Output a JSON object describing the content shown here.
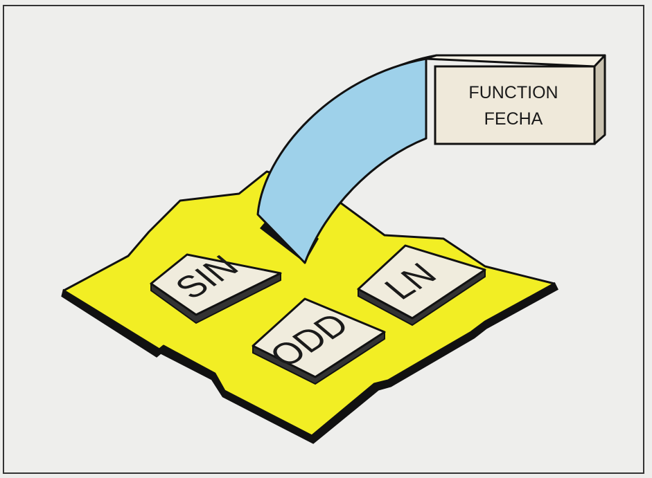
{
  "function_block": {
    "line1": "FUNCTION",
    "line2": "FECHA"
  },
  "keys": {
    "sin": "SIN",
    "odd": "ODD",
    "ln": "LN"
  },
  "colors": {
    "board": "#f2ee24",
    "ribbon": "#9ed1ea",
    "keycap": "#f0ecdd",
    "block": "#efe9da",
    "outline": "#111111",
    "background": "#eeeeec"
  }
}
